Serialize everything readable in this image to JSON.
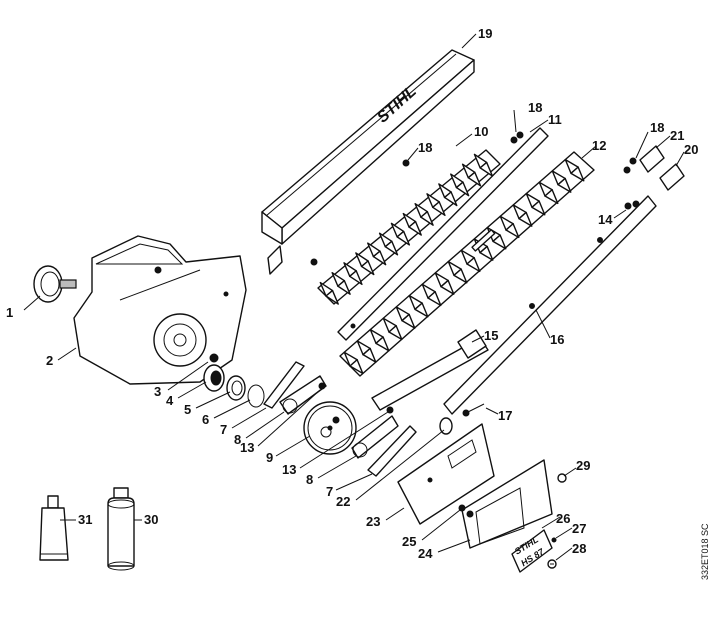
{
  "diagram": {
    "brand_text": "STIHL",
    "plate_text": "HS 87",
    "drawing_code": "332ET018 SC",
    "part_labels": [
      "1",
      "2",
      "3",
      "4",
      "5",
      "6",
      "7",
      "8",
      "13",
      "9",
      "13",
      "8",
      "7",
      "22",
      "23",
      "25",
      "24",
      "26",
      "27",
      "28",
      "29",
      "17",
      "15",
      "16",
      "12",
      "14",
      "20",
      "21",
      "18",
      "11",
      "18",
      "10",
      "18",
      "19",
      "31",
      "30"
    ]
  }
}
